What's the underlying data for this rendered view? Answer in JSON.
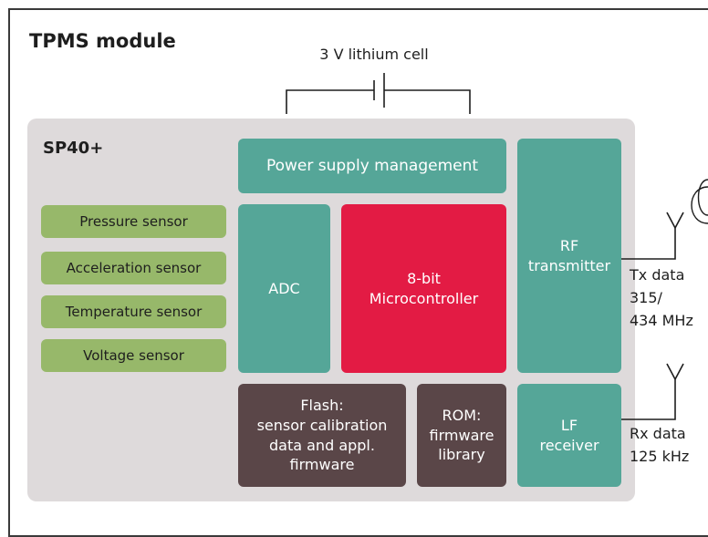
{
  "title": "TPMS module",
  "battery": {
    "label": "3 V lithium cell"
  },
  "chip": {
    "label": "SP40+",
    "blocks": {
      "power": "Power supply management",
      "adc": "ADC",
      "mcu_line1": "8-bit",
      "mcu_line2": "Microcontroller",
      "rf_line1": "RF",
      "rf_line2": "transmitter",
      "flash_line1": "Flash:",
      "flash_line2": "sensor calibration",
      "flash_line3": "data and appl.",
      "flash_line4": "firmware",
      "rom_line1": "ROM:",
      "rom_line2": "firmware",
      "rom_line3": "library",
      "lf_line1": "LF",
      "lf_line2": "receiver"
    },
    "sensors": [
      "Pressure sensor",
      "Acceleration sensor",
      "Temperature sensor",
      "Voltage sensor"
    ]
  },
  "tx": {
    "line1": "Tx data",
    "line2": "315/",
    "line3": "434 MHz"
  },
  "rx": {
    "line1": "Rx data",
    "line2": "125 kHz"
  },
  "colors": {
    "chip_bg": "#dedadb",
    "teal": "#55a698",
    "red": "#e31b44",
    "brown": "#5a4648",
    "green": "#97b86a"
  }
}
